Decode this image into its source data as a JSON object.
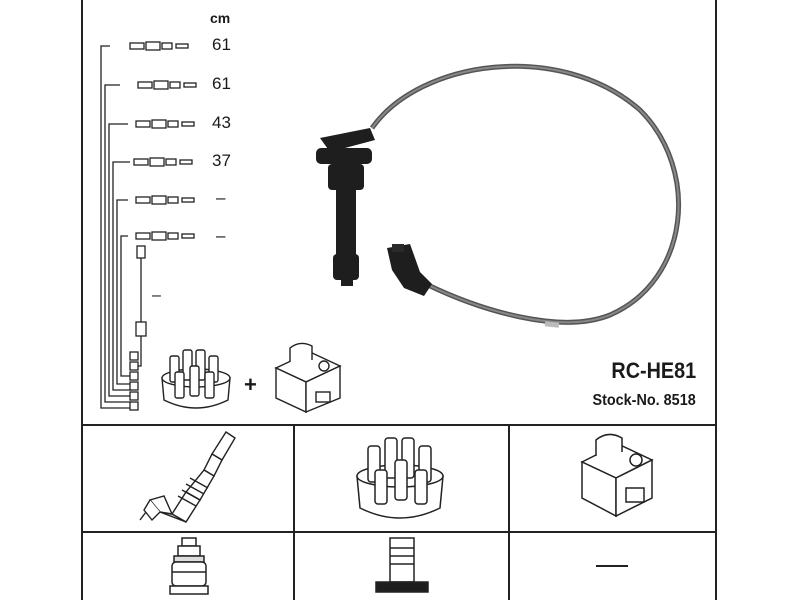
{
  "unit_label": "cm",
  "lead_lengths": [
    "61",
    "61",
    "43",
    "37",
    "–",
    "–"
  ],
  "extra_lead_length": "–",
  "plus_sign": "+",
  "product": {
    "model": "RC-HE81",
    "stock": "Stock-No. 8518"
  },
  "icons": {
    "wire_set": "ignition-cable-set-icon",
    "spark_plug": "spark-plug-icon",
    "distributor_cap": "distributor-cap-icon",
    "ignition_coil": "ignition-coil-icon",
    "plug_connector": "spark-plug-connector-icon",
    "cap_connector": "distributor-connector-icon"
  },
  "colors": {
    "line": "#222222",
    "cable": "#555555"
  }
}
